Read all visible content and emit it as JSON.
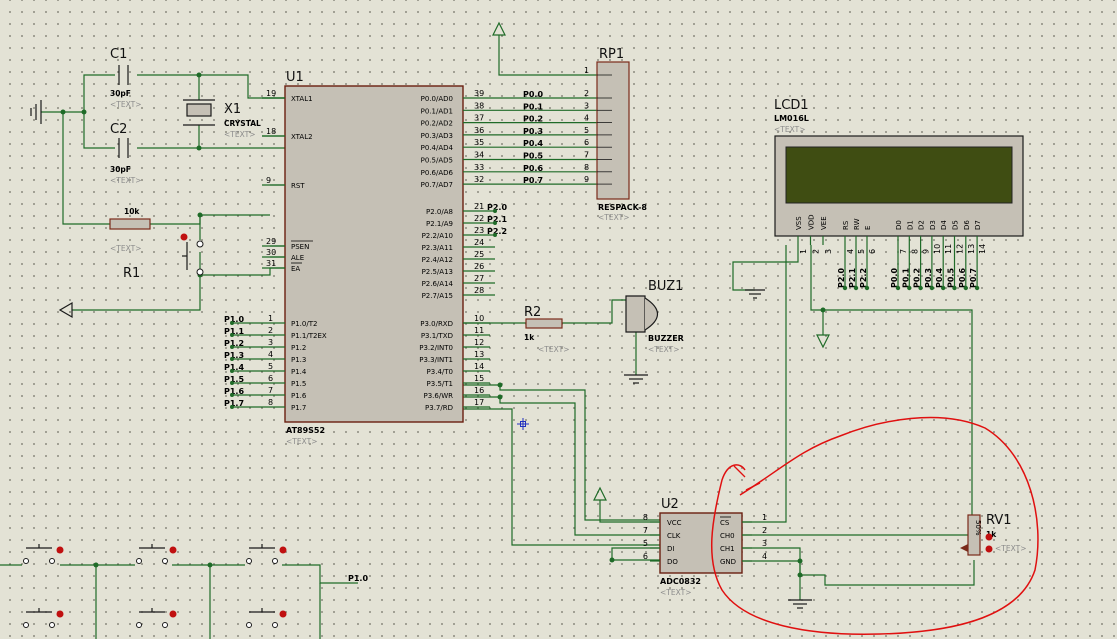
{
  "c1": {
    "ref": "C1",
    "val": "30pF"
  },
  "c2": {
    "ref": "C2",
    "val": "30pF"
  },
  "x1": {
    "ref": "X1",
    "val": "CRYSTAL"
  },
  "u1": {
    "ref": "U1",
    "part": "AT89S52",
    "left_pins": [
      {
        "num": "19",
        "name": "XTAL1"
      },
      {
        "num": "18",
        "name": "XTAL2"
      },
      {
        "num": "9",
        "name": "RST"
      },
      {
        "num": "29",
        "name": "PSEN"
      },
      {
        "num": "30",
        "name": "ALE"
      },
      {
        "num": "31",
        "name": "EA"
      }
    ],
    "p1_pins": [
      {
        "num": "1",
        "name": "P1.0/T2",
        "net": "P1.0"
      },
      {
        "num": "2",
        "name": "P1.1/T2EX",
        "net": "P1.1"
      },
      {
        "num": "3",
        "name": "P1.2",
        "net": "P1.2"
      },
      {
        "num": "4",
        "name": "P1.3",
        "net": "P1.3"
      },
      {
        "num": "5",
        "name": "P1.4",
        "net": "P1.4"
      },
      {
        "num": "6",
        "name": "P1.5",
        "net": "P1.5"
      },
      {
        "num": "7",
        "name": "P1.6",
        "net": "P1.6"
      },
      {
        "num": "8",
        "name": "P1.7",
        "net": "P1.7"
      }
    ],
    "p0_pins": [
      {
        "num": "39",
        "name": "P0.0/AD0",
        "net": "P0.0"
      },
      {
        "num": "38",
        "name": "P0.1/AD1",
        "net": "P0.1"
      },
      {
        "num": "37",
        "name": "P0.2/AD2",
        "net": "P0.2"
      },
      {
        "num": "36",
        "name": "P0.3/AD3",
        "net": "P0.3"
      },
      {
        "num": "35",
        "name": "P0.4/AD4",
        "net": "P0.4"
      },
      {
        "num": "34",
        "name": "P0.5/AD5",
        "net": "P0.5"
      },
      {
        "num": "33",
        "name": "P0.6/AD6",
        "net": "P0.6"
      },
      {
        "num": "32",
        "name": "P0.7/AD7",
        "net": "P0.7"
      }
    ],
    "p2_pins": [
      {
        "num": "21",
        "name": "P2.0/A8",
        "net": "P2.0"
      },
      {
        "num": "22",
        "name": "P2.1/A9",
        "net": "P2.1"
      },
      {
        "num": "23",
        "name": "P2.2/A10",
        "net": "P2.2"
      },
      {
        "num": "24",
        "name": "P2.3/A11",
        "net": ""
      },
      {
        "num": "25",
        "name": "P2.4/A12",
        "net": ""
      },
      {
        "num": "26",
        "name": "P2.5/A13",
        "net": ""
      },
      {
        "num": "27",
        "name": "P2.6/A14",
        "net": ""
      },
      {
        "num": "28",
        "name": "P2.7/A15",
        "net": ""
      }
    ],
    "p3_pins": [
      {
        "num": "10",
        "name": "P3.0/RXD"
      },
      {
        "num": "11",
        "name": "P3.1/TXD"
      },
      {
        "num": "12",
        "name": "P3.2/INT0"
      },
      {
        "num": "13",
        "name": "P3.3/INT1"
      },
      {
        "num": "14",
        "name": "P3.4/T0"
      },
      {
        "num": "15",
        "name": "P3.5/T1"
      },
      {
        "num": "16",
        "name": "P3.6/WR"
      },
      {
        "num": "17",
        "name": "P3.7/RD"
      }
    ]
  },
  "rp1": {
    "ref": "RP1",
    "part": "RESPACK-8",
    "pins": [
      "1",
      "2",
      "3",
      "4",
      "5",
      "6",
      "7",
      "8",
      "9"
    ]
  },
  "lcd1": {
    "ref": "LCD1",
    "part": "LM016L",
    "pins": [
      {
        "num": "1",
        "name": "VSS",
        "net": ""
      },
      {
        "num": "2",
        "name": "VDD",
        "net": ""
      },
      {
        "num": "3",
        "name": "VEE",
        "net": ""
      },
      {
        "num": "4",
        "name": "RS",
        "net": "P2.0"
      },
      {
        "num": "5",
        "name": "RW",
        "net": "P2.1"
      },
      {
        "num": "6",
        "name": "E",
        "net": "P2.2"
      },
      {
        "num": "7",
        "name": "D0",
        "net": "P0.0"
      },
      {
        "num": "8",
        "name": "D1",
        "net": "P0.1"
      },
      {
        "num": "9",
        "name": "D2",
        "net": "P0.2"
      },
      {
        "num": "10",
        "name": "D3",
        "net": "P0.3"
      },
      {
        "num": "11",
        "name": "D4",
        "net": "P0.4"
      },
      {
        "num": "12",
        "name": "D5",
        "net": "P0.5"
      },
      {
        "num": "13",
        "name": "D6",
        "net": "P0.6"
      },
      {
        "num": "14",
        "name": "D7",
        "net": "P0.7"
      }
    ]
  },
  "r1": {
    "ref": "R1",
    "val": "10k"
  },
  "r2": {
    "ref": "R2",
    "val": "1k"
  },
  "buz1": {
    "ref": "BUZ1",
    "part": "BUZZER"
  },
  "u2": {
    "ref": "U2",
    "part": "ADC0832",
    "left_pins": [
      {
        "num": "8",
        "name": "VCC"
      },
      {
        "num": "7",
        "name": "CLK"
      },
      {
        "num": "5",
        "name": "DI"
      },
      {
        "num": "6",
        "name": "DO"
      }
    ],
    "right_pins": [
      {
        "num": "1",
        "name": "CS"
      },
      {
        "num": "2",
        "name": "CH0"
      },
      {
        "num": "3",
        "name": "CH1"
      },
      {
        "num": "4",
        "name": "GND"
      }
    ]
  },
  "rv1": {
    "ref": "RV1",
    "val": "1k",
    "pct": "50%"
  },
  "text_placeholder": "<TEXT>",
  "net_p10": "P1.0",
  "colors": {
    "wire": "#1f6b28",
    "body": "#c5c0b5",
    "lcd_screen": "#3f4d12",
    "annotation": "#e01010"
  }
}
